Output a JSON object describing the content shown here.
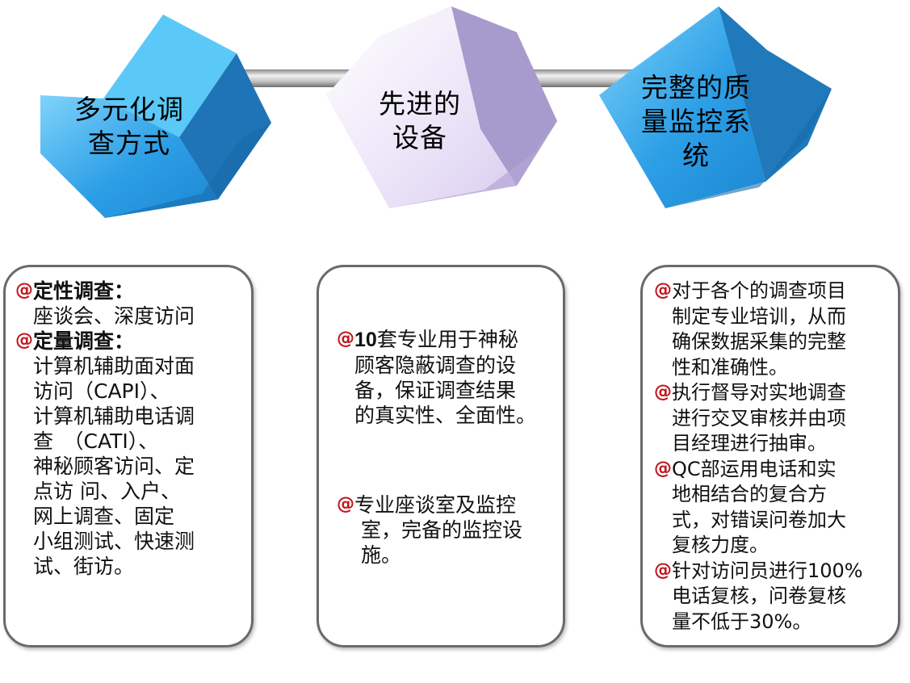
{
  "colors": {
    "blue_front": "#35a9ee",
    "blue_top": "#55c8f7",
    "blue_side": "#1b6fb0",
    "purple_front": "#e9e1f7",
    "purple_top": "#d7c9f0",
    "purple_side": "#9f92c6",
    "bullet": "#c0161d",
    "border": "#6a6a6a"
  },
  "cubes": [
    {
      "lines": [
        "多元化调",
        "查方式"
      ],
      "color": "blue"
    },
    {
      "lines": [
        "先进的",
        "设备"
      ],
      "color": "purple"
    },
    {
      "lines": [
        "完整的质",
        "量监控系",
        "统"
      ],
      "color": "blue"
    }
  ],
  "boxes": {
    "methods": {
      "qualitative_heading": "定性调查：",
      "qualitative_text": "座谈会、深度访问",
      "quantitative_heading": "定量调查：",
      "quantitative_lines": [
        "计算机辅助面对面",
        "访问（CAPI）、",
        "计算机辅助电话调",
        "查　（CATI）、",
        "神秘顾客访问、定",
        "点访 问、入户、",
        "网上调查、固定",
        "小组测试、快速测",
        "试、街访。"
      ]
    },
    "equipment": {
      "item1_highlight": "10",
      "item1_lines": [
        "套专业用于神秘",
        "顾客隐蔽调查的设",
        "备，保证调查结果",
        "的真实性、全面性。"
      ],
      "item2_lines": [
        "专业座谈室及监控",
        "室，完备的监控设",
        "施。"
      ]
    },
    "quality": {
      "items": [
        [
          "对于各个的调查项目",
          "制定专业培训，从而",
          "确保数据采集的完整",
          "性和准确性。"
        ],
        [
          "执行督导对实地调查",
          "进行交叉审核并由项",
          "目经理进行抽审。"
        ],
        [
          "QC部运用电话和实",
          "地相结合的复合方",
          "式，对错误问卷加大",
          "复核力度。"
        ],
        [
          "针对访问员进行100%",
          "电话复核，问卷复核",
          "量不低于30%。"
        ]
      ]
    }
  },
  "icons": {
    "bullet": "spiral-bullet-icon"
  }
}
